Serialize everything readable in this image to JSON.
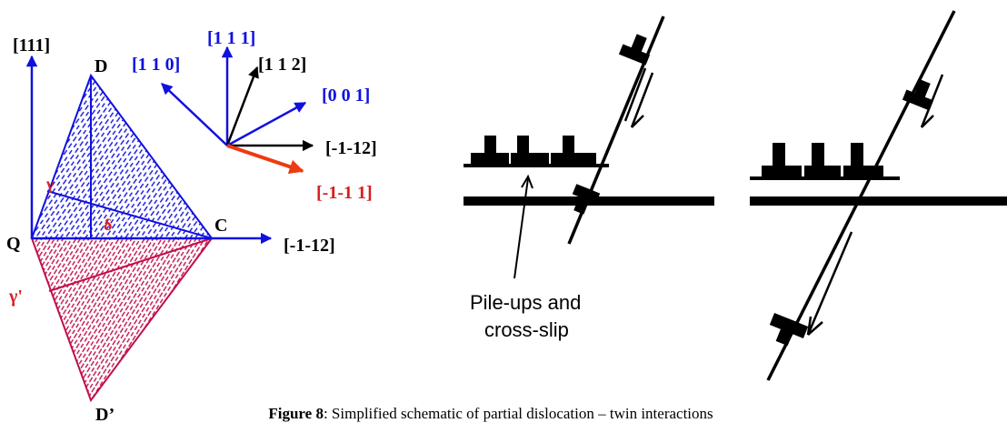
{
  "colors": {
    "blue": "#1010e0",
    "red": "#d81e1e",
    "crimson": "#c0104a",
    "black": "#000000",
    "orange_red": "#ee3a10"
  },
  "left_diagram": {
    "axis_labels": {
      "vertical": "[111]",
      "horizontal": "[-1-12]"
    },
    "vertices": {
      "D": "D",
      "Q": "Q",
      "C": "C",
      "D_prime": "D’"
    },
    "greek": {
      "gamma": "γ",
      "delta": "δ",
      "gamma_prime": "γ'"
    },
    "directions": {
      "d111": "[1 1 1]",
      "d110": "[1 1 0]",
      "d112": "[1 1 2]",
      "d001": "[0 0 1]",
      "dm1m12": "[-1-12]",
      "dm1m111": "[-1-1 1]"
    }
  },
  "right_diagram": {
    "annotation": {
      "line1": "Pile-ups and",
      "line2": "cross-slip"
    }
  },
  "caption": {
    "label": "Figure 8",
    "text": ": Simplified schematic of partial dislocation – twin interactions"
  }
}
